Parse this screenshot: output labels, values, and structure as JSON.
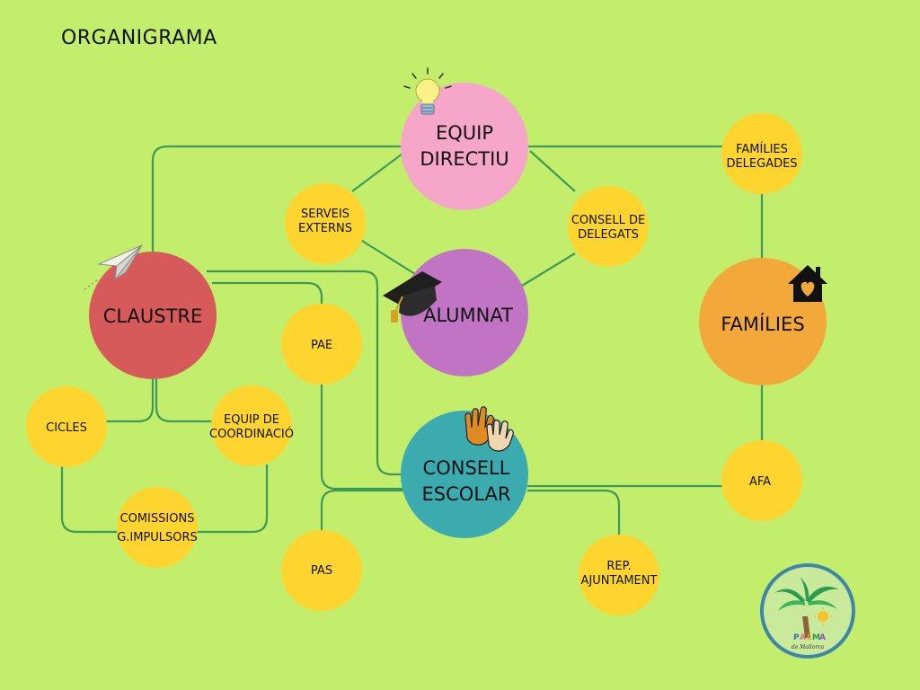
{
  "title": "ORGANIGRAMA",
  "colors": {
    "background": "#c2ee6c",
    "connector": "#3f9a5a",
    "yellow": "#fed52e",
    "pink": "#f6a6c8",
    "red": "#d65a5a",
    "purple": "#c174c4",
    "teal": "#3cabb0",
    "orange": "#f3a83a"
  },
  "nodes": {
    "equip_directiu": [
      "EQUIP",
      "DIRECTIU"
    ],
    "claustre": [
      "CLAUSTRE"
    ],
    "alumnat": [
      "ALUMNAT"
    ],
    "families": [
      "FAMÍLIES"
    ],
    "consell_escolar": [
      "CONSELL",
      "ESCOLAR"
    ],
    "serveis_externs": [
      "SERVEIS",
      "EXTERNS"
    ],
    "consell_delegats": [
      "CONSELL DE",
      "DELEGATS"
    ],
    "families_delegades": [
      "FAMÍLIES",
      "DELEGADES"
    ],
    "pae": [
      "PAE"
    ],
    "cicles": [
      "CICLES"
    ],
    "equip_coordinacio": [
      "EQUIP DE",
      "COORDINACIÓ"
    ],
    "comissions": [
      "COMISSIONS",
      "G.IMPULSORS"
    ],
    "afa": [
      "AFA"
    ],
    "pas": [
      "PAS"
    ],
    "rep_ajuntament": [
      "REP.",
      "AJUNTAMENT"
    ]
  },
  "logo": {
    "letters": [
      "P",
      "A",
      "L",
      "M",
      "A"
    ],
    "subtitle": "de Mallorca"
  },
  "icons": [
    "lightbulb-icon",
    "paper-plane-icon",
    "graduation-cap-icon",
    "house-heart-icon",
    "raised-hands-icon"
  ]
}
